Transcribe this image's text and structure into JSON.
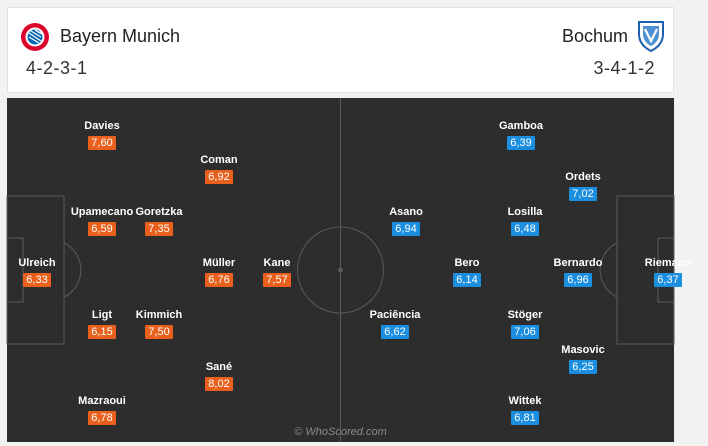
{
  "home": {
    "name": "Bayern Munich",
    "formation": "4-2-3-1",
    "crest_icon": "bayern-munich-crest-icon",
    "rating_color": "#e8601c"
  },
  "away": {
    "name": "Bochum",
    "formation": "3-4-1-2",
    "crest_icon": "bochum-crest-icon",
    "rating_color": "#1b8ee0"
  },
  "home_players": [
    {
      "name": "Ulreich",
      "rating": "6,33"
    },
    {
      "name": "Davies",
      "rating": "7,60"
    },
    {
      "name": "Upamecano",
      "rating": "6,59"
    },
    {
      "name": "Ligt",
      "rating": "6,15"
    },
    {
      "name": "Mazraoui",
      "rating": "6,78"
    },
    {
      "name": "Goretzka",
      "rating": "7,35"
    },
    {
      "name": "Kimmich",
      "rating": "7,50"
    },
    {
      "name": "Coman",
      "rating": "6,92"
    },
    {
      "name": "Müller",
      "rating": "6,76"
    },
    {
      "name": "Sané",
      "rating": "8,02"
    },
    {
      "name": "Kane",
      "rating": "7,57"
    }
  ],
  "away_players": [
    {
      "name": "Riemann",
      "rating": "6,37"
    },
    {
      "name": "Ordets",
      "rating": "7,02"
    },
    {
      "name": "Bernardo",
      "rating": "6,96"
    },
    {
      "name": "Masovic",
      "rating": "6,25"
    },
    {
      "name": "Gamboa",
      "rating": "6,39"
    },
    {
      "name": "Losilla",
      "rating": "6,48"
    },
    {
      "name": "Stöger",
      "rating": "7,06"
    },
    {
      "name": "Wittek",
      "rating": "6,81"
    },
    {
      "name": "Bero",
      "rating": "6,14"
    },
    {
      "name": "Asano",
      "rating": "6,94"
    },
    {
      "name": "Paciência",
      "rating": "6,62"
    }
  ],
  "watermark": "© WhoScored.com"
}
